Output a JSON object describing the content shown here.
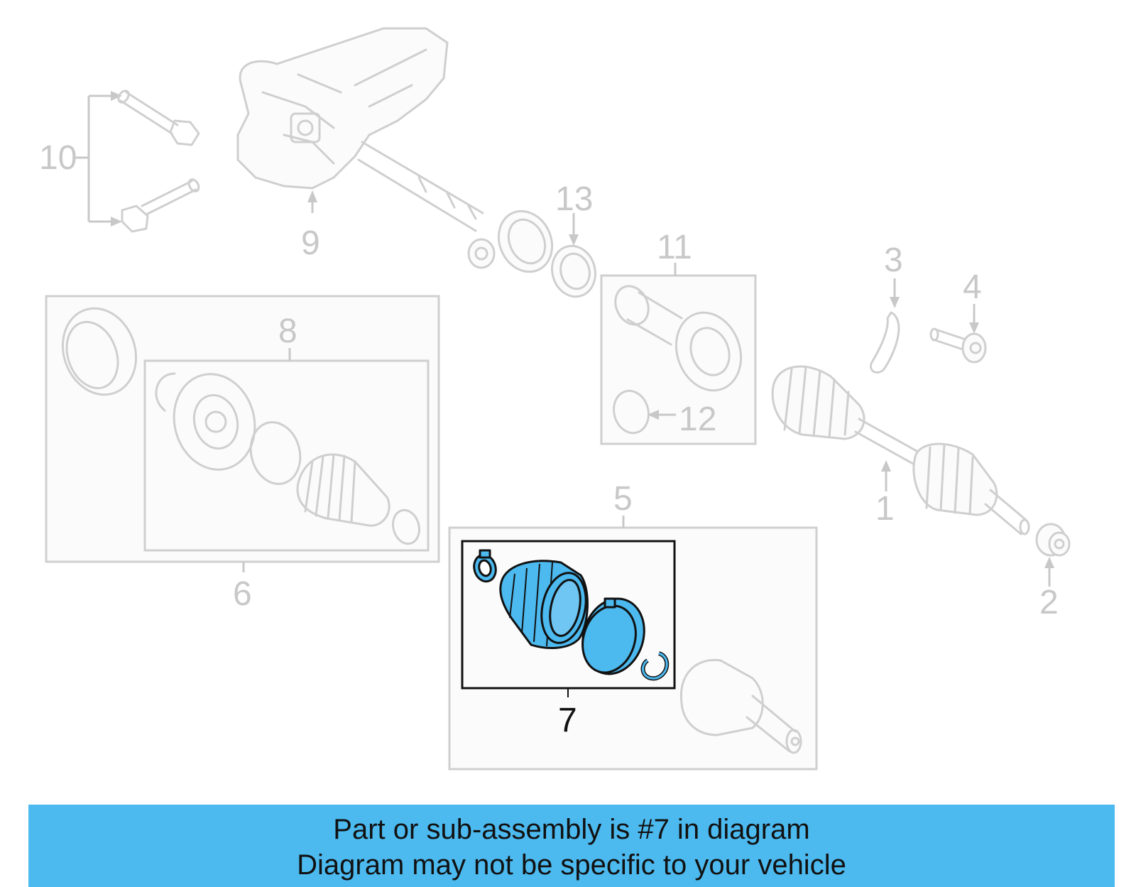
{
  "callouts": {
    "c1": "1",
    "c2": "2",
    "c3": "3",
    "c4": "4",
    "c5": "5",
    "c6": "6",
    "c7": "7",
    "c8": "8",
    "c9": "9",
    "c10": "10",
    "c11": "11",
    "c12": "12",
    "c13": "13"
  },
  "highlighted_part": "7",
  "colors": {
    "highlight": "#4cb9ef",
    "ghost": "#cfcfcf",
    "banner": "#4cb9ef"
  },
  "banner": {
    "line1": "Part or sub-assembly is #7 in diagram",
    "line2": "Diagram may not be specific to your vehicle"
  }
}
